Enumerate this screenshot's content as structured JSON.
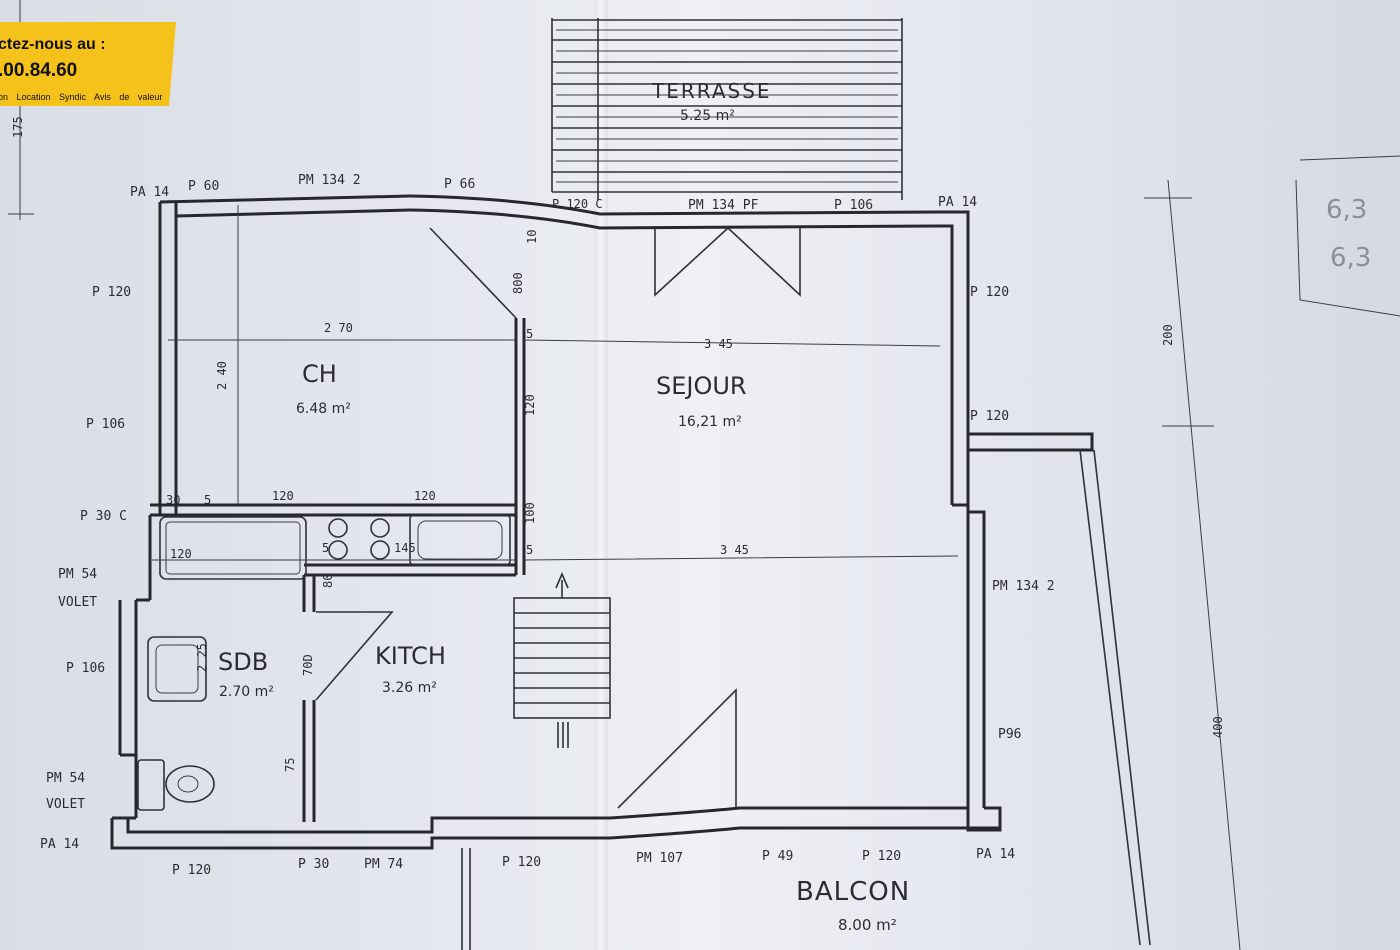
{
  "agency": {
    "line1": "ctez-nous au :",
    "line2": ".00.84.60",
    "services": "on Location Syndic Avis de valeur"
  },
  "rooms": {
    "terrasse": {
      "name": "TERRASSE",
      "area": "5.25 m²"
    },
    "ch": {
      "name": "CH",
      "area": "6.48 m²"
    },
    "sejour": {
      "name": "SEJOUR",
      "area": "16,21 m²"
    },
    "sdb": {
      "name": "SDB",
      "area": "2.70 m²"
    },
    "kitch": {
      "name": "KITCH",
      "area": "3.26 m²"
    },
    "balcon": {
      "name": "BALCON",
      "area": "8.00 m²"
    }
  },
  "openings": {
    "pa14_tl": "PA 14",
    "p60": "P 60",
    "pm1342_top": "PM 134 2",
    "p66": "P 66",
    "p120c": "P 120 C",
    "pm134pf": "PM 134 PF",
    "p106_top": "P 106",
    "pa14_tr": "PA 14",
    "p120_l": "P 120",
    "p106_l": "P 106",
    "p30c": "P 30 C",
    "pm54_a": "PM 54",
    "volet_a": "VOLET",
    "p106_l2": "P 106",
    "pm54_b": "PM 54",
    "volet_b": "VOLET",
    "pa14_bl": "PA 14",
    "p120_r": "P 120",
    "p120_r2": "P 120",
    "pm1342_r": "PM 134 2",
    "p96": "P96",
    "p120_b1": "P 120",
    "p30_b": "P 30",
    "pm74": "PM 74",
    "p120_b2": "P 120",
    "pm107": "PM 107",
    "p49": "P 49",
    "p120_b3": "P 120",
    "pa14_br": "PA 14"
  },
  "dimensions": {
    "d270": "2 70",
    "d345_a": "3 45",
    "d345_b": "3 45",
    "d240": "2 40",
    "d120_v": "120",
    "d30": "30",
    "d5_a": "5",
    "d120_h1": "120",
    "d120_h2": "120",
    "d120_sdb": "120",
    "d145": "145",
    "d5_b": "5",
    "d80": "80",
    "d100": "100",
    "d5_c": "5",
    "d5_d": "5",
    "d800": "800",
    "d10": "10",
    "d225": "2 25",
    "d70d": "70D",
    "d75": "75",
    "d200": "200",
    "d400": "400",
    "d175": "175"
  },
  "handwritten": {
    "line1": "6,3",
    "line2": "6,3"
  }
}
